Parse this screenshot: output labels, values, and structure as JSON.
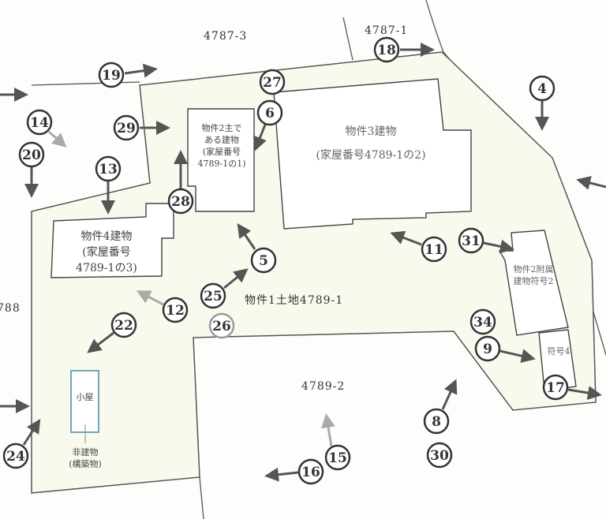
{
  "parcels": {
    "north_west": "4787-3",
    "north_east": "4787-1",
    "west": "788",
    "south": "4789-2",
    "main_lot": "物件1土地4789-1"
  },
  "buildings": {
    "property2_main": [
      "物件2主で",
      "ある建物",
      "(家屋番号",
      "4789-1の1)"
    ],
    "property3": [
      "物件3建物",
      "(家屋番号4789-1の2)"
    ],
    "property4": [
      "物件4建物",
      "(家屋番号",
      "4789-1の3)"
    ],
    "property2_annex": [
      "物件2附属",
      "建物符号2"
    ],
    "annex_code": "符号4",
    "shed": "小屋",
    "shed_note": [
      "非建物",
      "(構築物)"
    ]
  },
  "photo_markers": [
    "19",
    "18",
    "27",
    "6",
    "4",
    "14",
    "20",
    "29",
    "13",
    "28",
    "5",
    "11",
    "31",
    "25",
    "26",
    "12",
    "22",
    "34",
    "9",
    "17",
    "24",
    "8",
    "30",
    "15",
    "16"
  ],
  "colors": {
    "boundary": "#555",
    "fill": "#f6f8e4",
    "building_edge": "#c9d27a",
    "shed": "#6fa8b8",
    "arrow": "#555"
  }
}
